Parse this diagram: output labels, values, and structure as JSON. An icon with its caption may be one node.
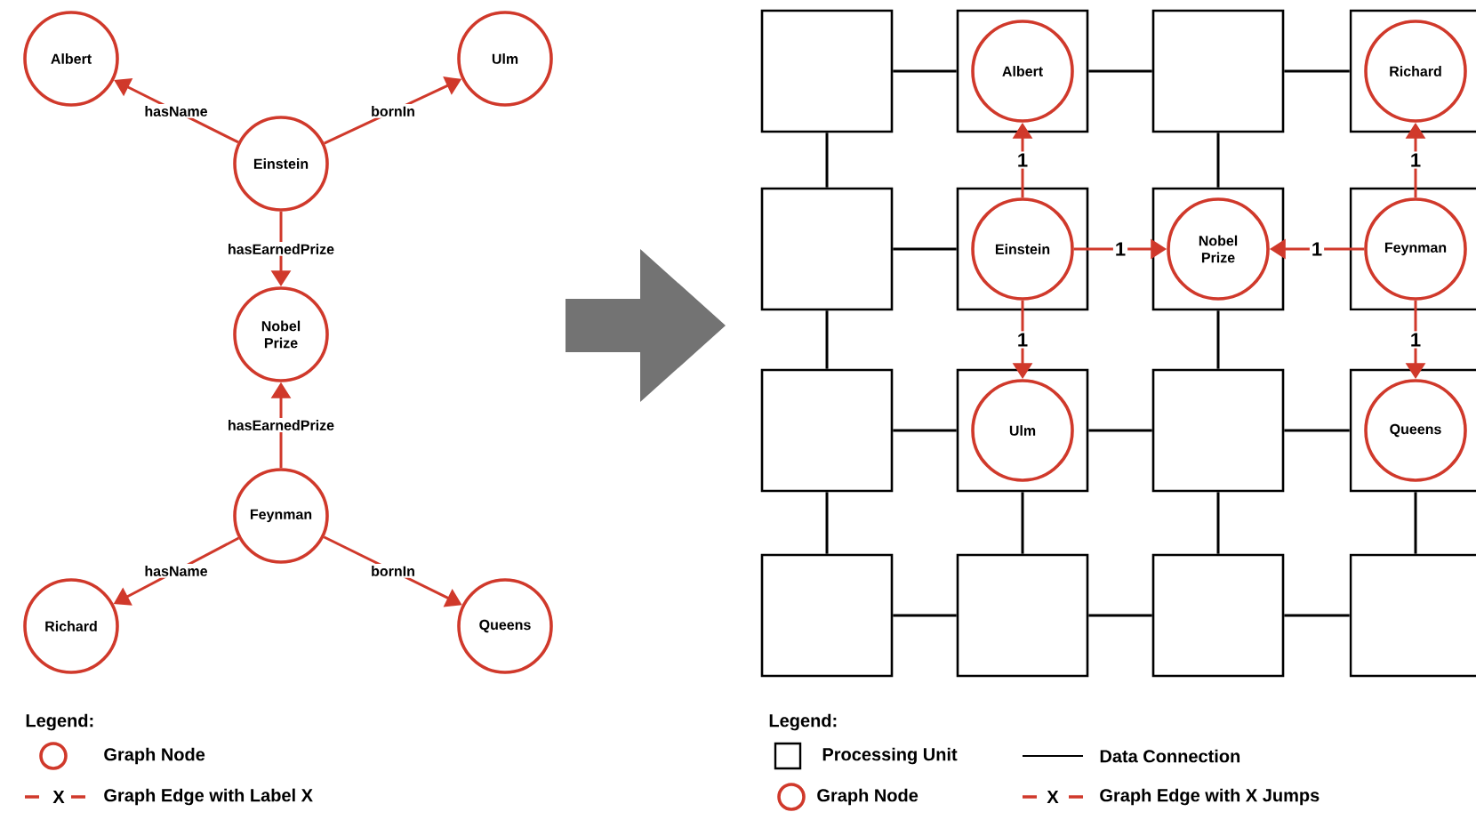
{
  "diagram": {
    "nodes": [
      {
        "text": [
          "Albert"
        ]
      },
      {
        "text": [
          "Ulm"
        ]
      },
      {
        "text": [
          "Einstein"
        ]
      },
      {
        "text": [
          "Nobel Prize"
        ]
      },
      {
        "text": [
          "Feynman"
        ]
      },
      {
        "text": [
          "Richard"
        ]
      },
      {
        "text": [
          "Queens"
        ]
      },
      {
        "text": [],
        "shape": "box"
      },
      {
        "text": [],
        "shape": "box"
      },
      {
        "text": [],
        "shape": "box"
      },
      {
        "text": [],
        "shape": "box"
      },
      {
        "text": [],
        "shape": "box"
      },
      {
        "text": [],
        "shape": "box"
      },
      {
        "text": [],
        "shape": "box"
      },
      {
        "text": [],
        "shape": "box"
      },
      {
        "text": [],
        "shape": "box"
      },
      {
        "text": [],
        "shape": "box"
      },
      {
        "text": [],
        "shape": "box"
      },
      {
        "text": [],
        "shape": "box"
      },
      {
        "text": [],
        "shape": "box"
      },
      {
        "text": [],
        "shape": "box"
      },
      {
        "text": [],
        "shape": "box"
      },
      {
        "text": [],
        "shape": "box"
      },
      {
        "text": [
          "Albert"
        ],
        "in": 8
      },
      {
        "text": [
          "Richard"
        ],
        "in": 10
      },
      {
        "text": [
          "Einstein"
        ],
        "in": 12
      },
      {
        "text": [
          "Nobel Prize"
        ],
        "in": 13
      },
      {
        "text": [
          "Feynman"
        ],
        "in": 14
      },
      {
        "text": [
          "Ulm"
        ],
        "in": 16
      },
      {
        "text": [
          "Queens"
        ],
        "in": 18
      }
    ],
    "edges": [
      {
        "from": 2,
        "to": 0,
        "arrow": "to",
        "label": "hasName",
        "color": "#d0392b"
      },
      {
        "from": 2,
        "to": 1,
        "arrow": "to",
        "label": "bornIn",
        "color": "#d0392b"
      },
      {
        "from": 2,
        "to": 3,
        "arrow": "to",
        "label": "hasEarnedPrize",
        "color": "#d0392b"
      },
      {
        "from": 4,
        "to": 3,
        "arrow": "to",
        "label": "hasEarnedPrize",
        "color": "#d0392b"
      },
      {
        "from": 4,
        "to": 5,
        "arrow": "to",
        "label": "hasName",
        "color": "#d0392b"
      },
      {
        "from": 4,
        "to": 6,
        "arrow": "to",
        "label": "bornIn",
        "color": "#d0392b"
      },
      {
        "from": 7,
        "to": 8,
        "arrow": "none"
      },
      {
        "from": 8,
        "to": 9,
        "arrow": "none"
      },
      {
        "from": 9,
        "to": 10,
        "arrow": "none"
      },
      {
        "from": 11,
        "to": 12,
        "arrow": "none"
      },
      {
        "from": 15,
        "to": 16,
        "arrow": "none"
      },
      {
        "from": 16,
        "to": 17,
        "arrow": "none"
      },
      {
        "from": 17,
        "to": 18,
        "arrow": "none"
      },
      {
        "from": 19,
        "to": 20,
        "arrow": "none"
      },
      {
        "from": 20,
        "to": 21,
        "arrow": "none"
      },
      {
        "from": 21,
        "to": 22,
        "arrow": "none"
      },
      {
        "from": 7,
        "to": 11,
        "arrow": "none"
      },
      {
        "from": 11,
        "to": 15,
        "arrow": "none"
      },
      {
        "from": 15,
        "to": 19,
        "arrow": "none"
      },
      {
        "from": 16,
        "to": 20,
        "arrow": "none"
      },
      {
        "from": 9,
        "to": 13,
        "arrow": "none"
      },
      {
        "from": 13,
        "to": 17,
        "arrow": "none"
      },
      {
        "from": 17,
        "to": 21,
        "arrow": "none"
      },
      {
        "from": 18,
        "to": 22,
        "arrow": "none"
      },
      {
        "from": 25,
        "to": 23,
        "arrow": "to",
        "label": "1",
        "color": "#d0392b"
      },
      {
        "from": 25,
        "to": 26,
        "arrow": "to",
        "label": "1",
        "color": "#d0392b"
      },
      {
        "from": 25,
        "to": 28,
        "arrow": "to",
        "label": "1",
        "color": "#d0392b"
      },
      {
        "from": 27,
        "to": 26,
        "arrow": "to",
        "label": "1",
        "color": "#d0392b"
      },
      {
        "from": 27,
        "to": 24,
        "arrow": "to",
        "label": "1",
        "color": "#d0392b"
      },
      {
        "from": 27,
        "to": 29,
        "arrow": "to",
        "label": "1",
        "color": "#d0392b"
      }
    ],
    "labels": [
      "Legend:",
      "X",
      "Legend:",
      "X"
    ],
    "legend": [
      {
        "text": "Graph Node"
      },
      {
        "text": "Graph Edge with Label X"
      },
      {
        "text": "Processing Unit"
      },
      {
        "text": "Data Connection"
      },
      {
        "text": "Graph Node"
      },
      {
        "text": "Graph Edge with X Jumps"
      }
    ]
  }
}
